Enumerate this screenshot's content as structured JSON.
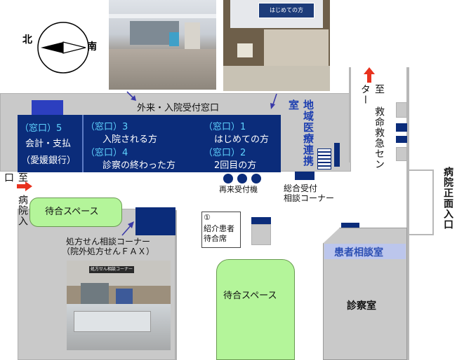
{
  "compass": {
    "north": "北",
    "south": "南"
  },
  "counter_title": "外来・入院受付窓口",
  "windows": {
    "w5": {
      "number": "（窓口）5",
      "line1": "会計・支払",
      "line2": "（愛媛銀行）"
    },
    "w3": {
      "number": "（窓口）3",
      "text": "入院される方"
    },
    "w4": {
      "number": "（窓口）4",
      "text": "診察の終わった方"
    },
    "w1": {
      "number": "（窓口）1",
      "text": "はじめての方"
    },
    "w2": {
      "number": "（窓口）2",
      "text": "2回目の方"
    }
  },
  "photo2_sign": "はじめての方",
  "photo3_sign": "処方せん相談コーナー",
  "chiiki": "地域医療連携室",
  "emergency": "至 救命救急センター",
  "hospital_entrance": "至 病院入口",
  "main_entrance": "病院正面入口",
  "revisit_machine": "再来受付機",
  "general_desk": "総合受付\n相談コーナー",
  "waiting1": "待合スペース",
  "waiting2": "待合スペース",
  "rx_corner": "処方せん相談コーナー\n（院外処方せんＦＡＸ）",
  "referral_num": "①",
  "referral": "紹介患者\n待合席",
  "patient_consult": "患者相談室",
  "exam_room": "診察室",
  "colors": {
    "navy": "#0b2c7a",
    "green": "#b4f59a",
    "arrow_red": "#e8321e",
    "cyan": "#5fd3ff",
    "consult_blue": "#2c4fb3"
  }
}
